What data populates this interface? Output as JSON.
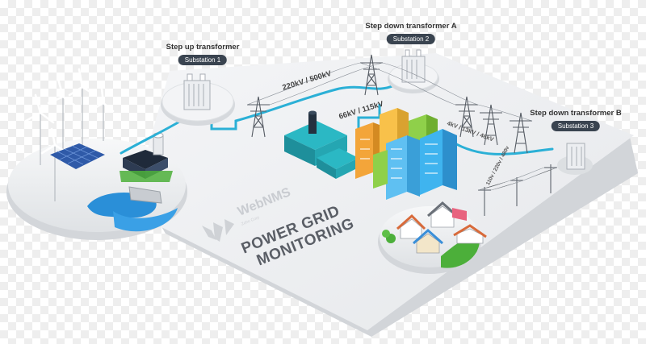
{
  "labels": {
    "step_up": {
      "title": "Step up transformer",
      "badge": "Substation 1"
    },
    "step_down_a": {
      "title": "Step down transformer A",
      "badge": "Substation 2"
    },
    "step_down_b": {
      "title": "Step down transformer B",
      "badge": "Substation 3"
    }
  },
  "voltages": {
    "transmission": "220kV / 500kV",
    "subtransmission": "66kV / 115kV",
    "primary": "4kV / 13kV / 46kV",
    "secondary": "110v / 220v / 480v"
  },
  "brand": {
    "name": "WebNMS",
    "tagline": "Zoho Corp"
  },
  "main_title": {
    "line1": "POWER GRID",
    "line2": "MONITORING"
  },
  "colors": {
    "platform": "#eef0f2",
    "platform_edge": "#d6d9dd",
    "cable": "#2bb0d6",
    "badge_bg": "#3a4450",
    "grass": "#4caf3a",
    "water": "#2a8fd8",
    "factory": "#2bb8c4",
    "building_green": "#8fd04a",
    "building_orange": "#f3a53a",
    "building_blue": "#3fb4ef"
  },
  "icons": [
    "wind-turbine-icon",
    "solar-panel-icon",
    "dam-icon",
    "factory-icon",
    "transformer-icon",
    "power-tower-icon",
    "building-icon",
    "house-icon",
    "utility-pole-icon"
  ]
}
